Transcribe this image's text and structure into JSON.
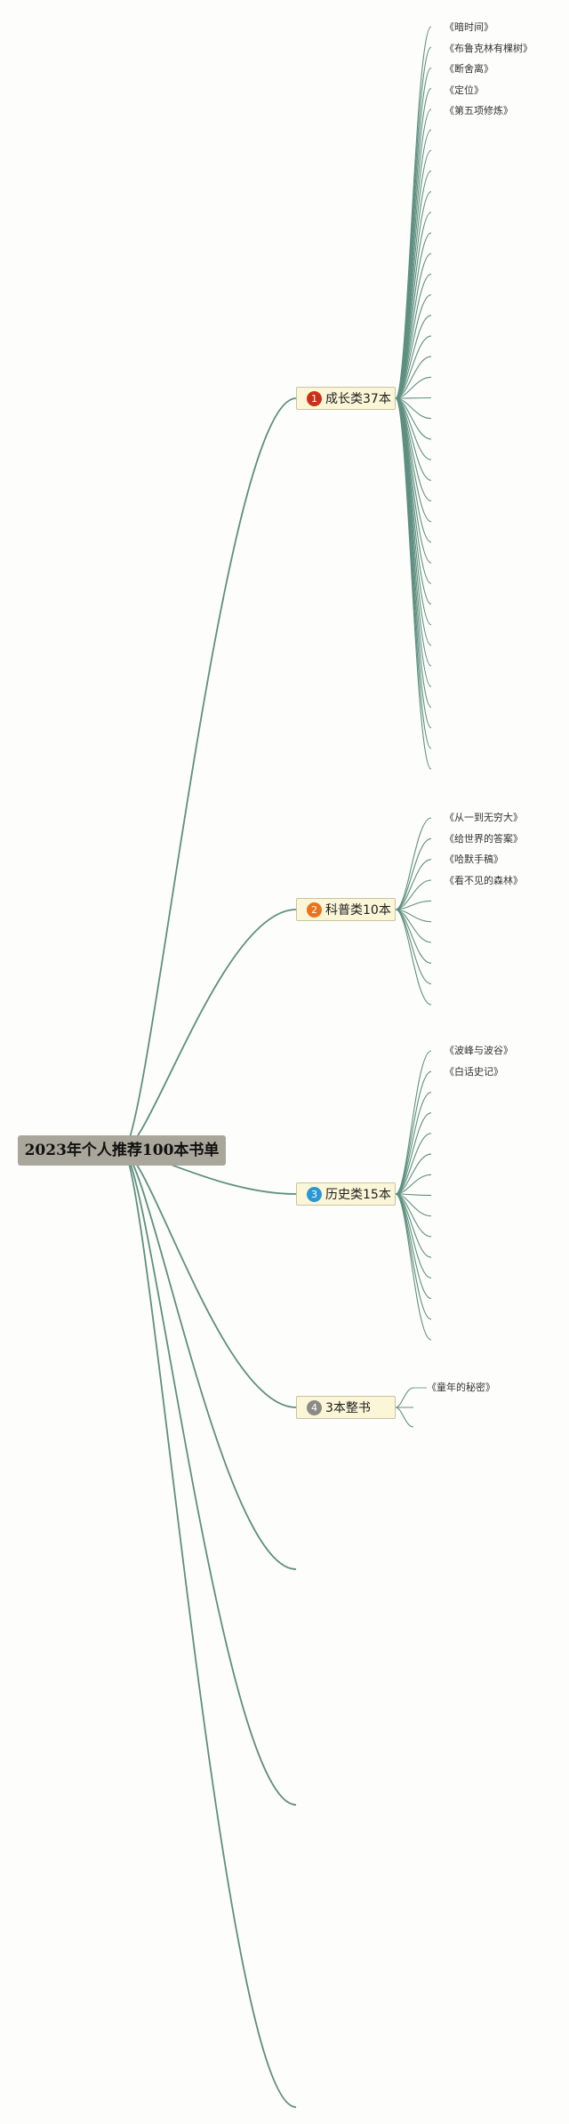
{
  "root": {
    "label": "2023年个人推荐100本书单"
  },
  "branches": [
    {
      "number": "1",
      "label": "成长类37本",
      "badge_color": "#cc2f17",
      "books": [
        "《暗时间》",
        "《布鲁克林有棵树》",
        "《断舍离》",
        "《定位》",
        "《第五项修炼》"
      ]
    },
    {
      "number": "2",
      "label": "科普类10本",
      "badge_color": "#e8741e",
      "books": [
        "《从一到无穷大》",
        "《给世界的答案》",
        "《哈默手稿》",
        "《看不见的森林》"
      ]
    },
    {
      "number": "3",
      "label": "历史类15本",
      "badge_color": "#2b97d3",
      "books": [
        "《波峰与波谷》",
        "《白话史记》"
      ]
    },
    {
      "number": "4",
      "label": "3本整书",
      "badge_color": "#8c8a85",
      "books": [
        "《童年的秘密》"
      ]
    }
  ],
  "colors": {
    "connector": "#5e8f80"
  }
}
